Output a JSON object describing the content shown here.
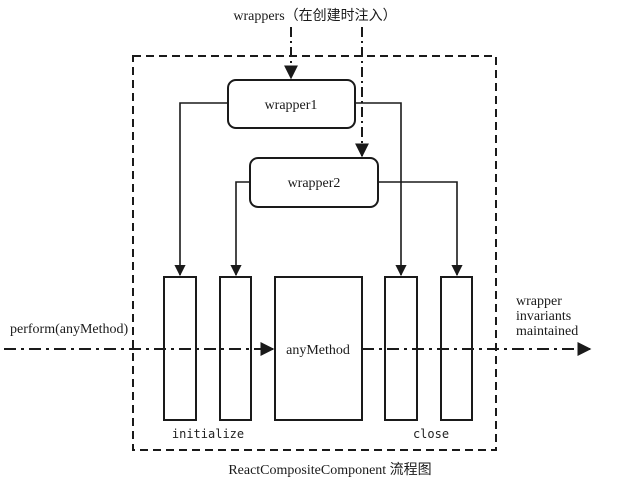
{
  "diagram": {
    "caption": "ReactCompositeComponent 流程图",
    "injection_label": "wrappers（在创建时注入）",
    "input_label": "perform(anyMethod)",
    "output_label_lines": [
      "wrapper",
      "invariants",
      "maintained"
    ],
    "wrappers": [
      {
        "label": "wrapper1"
      },
      {
        "label": "wrapper2"
      }
    ],
    "method_label": "anyMethod",
    "phase_labels": {
      "initialize": "initialize",
      "close": "close"
    }
  }
}
